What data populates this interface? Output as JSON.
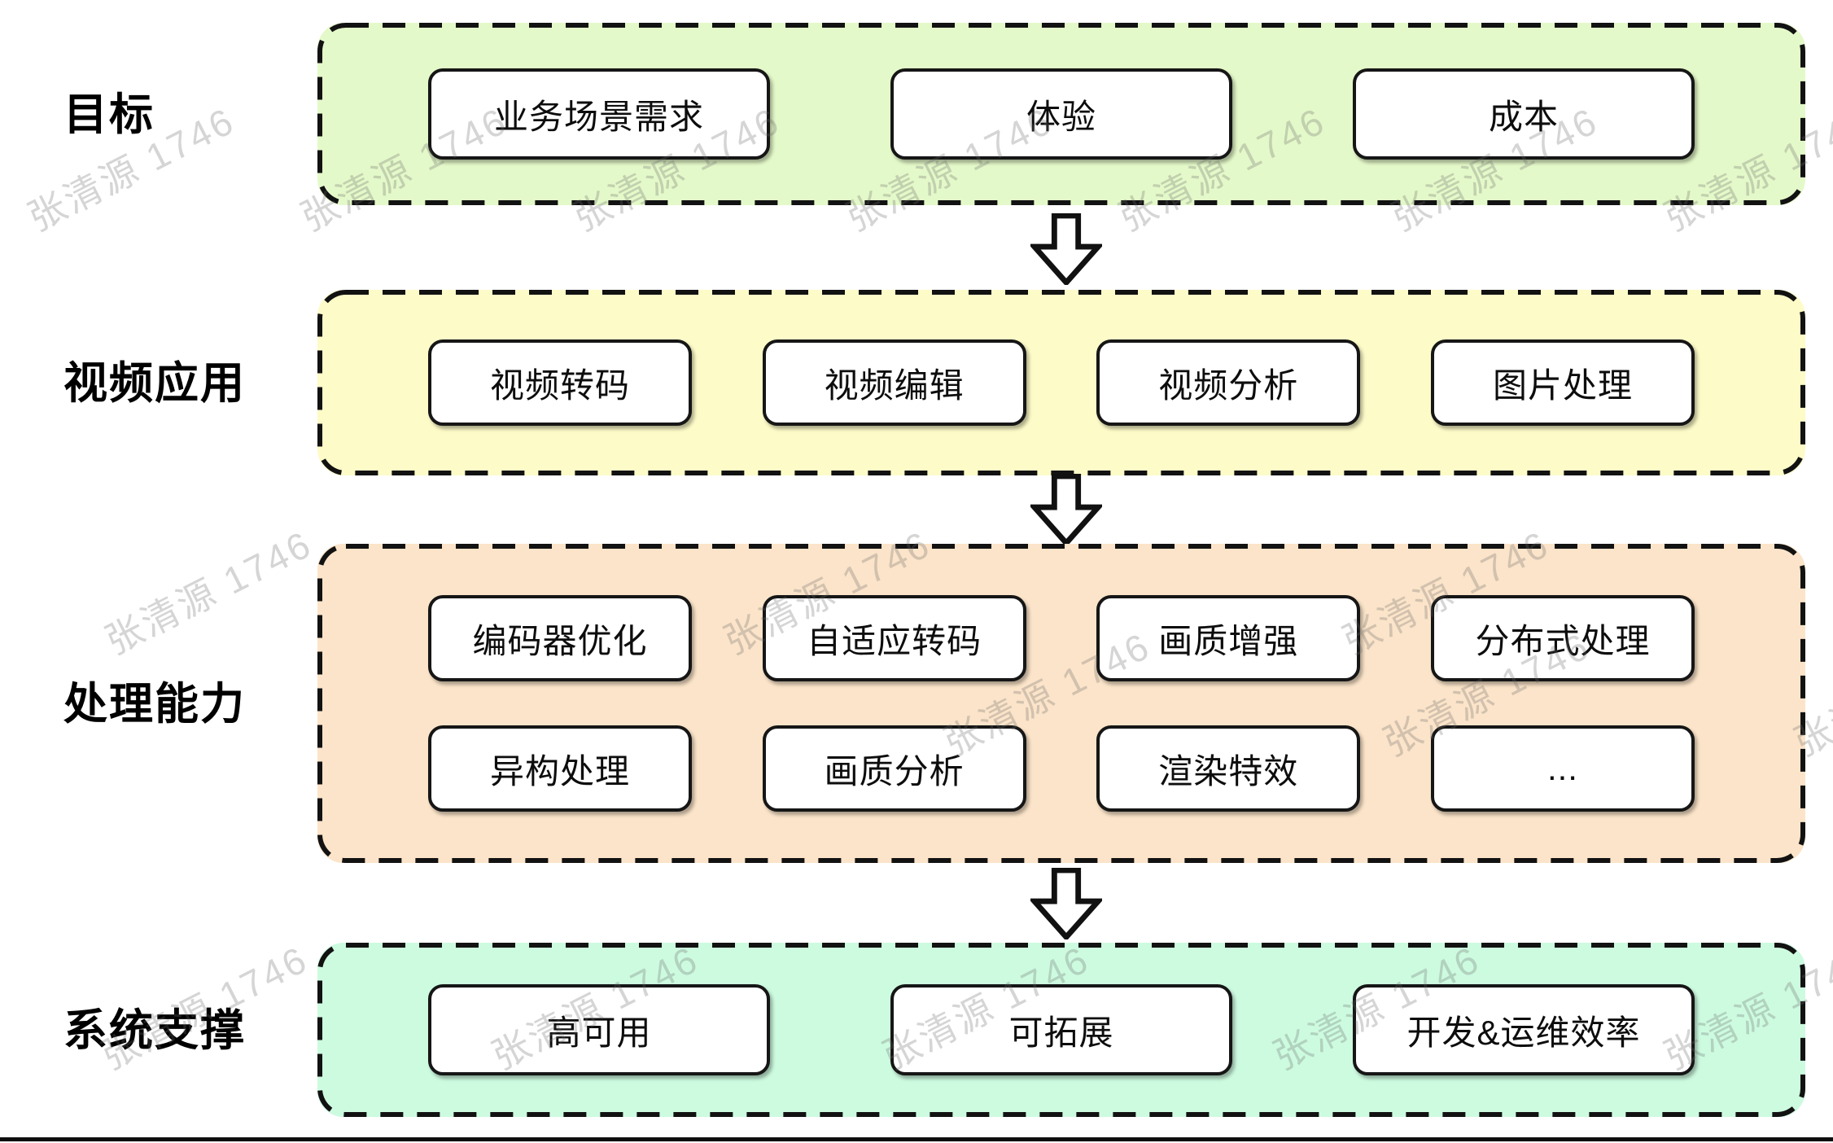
{
  "diagram": {
    "watermark_text": "张清源 1746",
    "arrow_icon": "down-block-arrow",
    "colors": {
      "goals_bg": "#e4f9c9",
      "video_bg": "#fdfbc8",
      "process_bg": "#fbe4c9",
      "support_bg": "#cdfbe0",
      "box_bg": "#ffffff",
      "stroke": "#111111"
    },
    "sections": [
      {
        "id": "goals",
        "label": "目标",
        "bg_color": "#e4f9c9",
        "rows": [
          [
            "业务场景需求",
            "体验",
            "成本"
          ]
        ]
      },
      {
        "id": "video-applications",
        "label": "视频应用",
        "bg_color": "#fdfbc8",
        "rows": [
          [
            "视频转码",
            "视频编辑",
            "视频分析",
            "图片处理"
          ]
        ]
      },
      {
        "id": "processing-capabilities",
        "label": "处理能力",
        "bg_color": "#fbe4c9",
        "rows": [
          [
            "编码器优化",
            "自适应转码",
            "画质增强",
            "分布式处理"
          ],
          [
            "异构处理",
            "画质分析",
            "渲染特效",
            "..."
          ]
        ]
      },
      {
        "id": "system-support",
        "label": "系统支撑",
        "bg_color": "#cdfbe0",
        "rows": [
          [
            "高可用",
            "可拓展",
            "开发&运维效率"
          ]
        ]
      }
    ]
  }
}
